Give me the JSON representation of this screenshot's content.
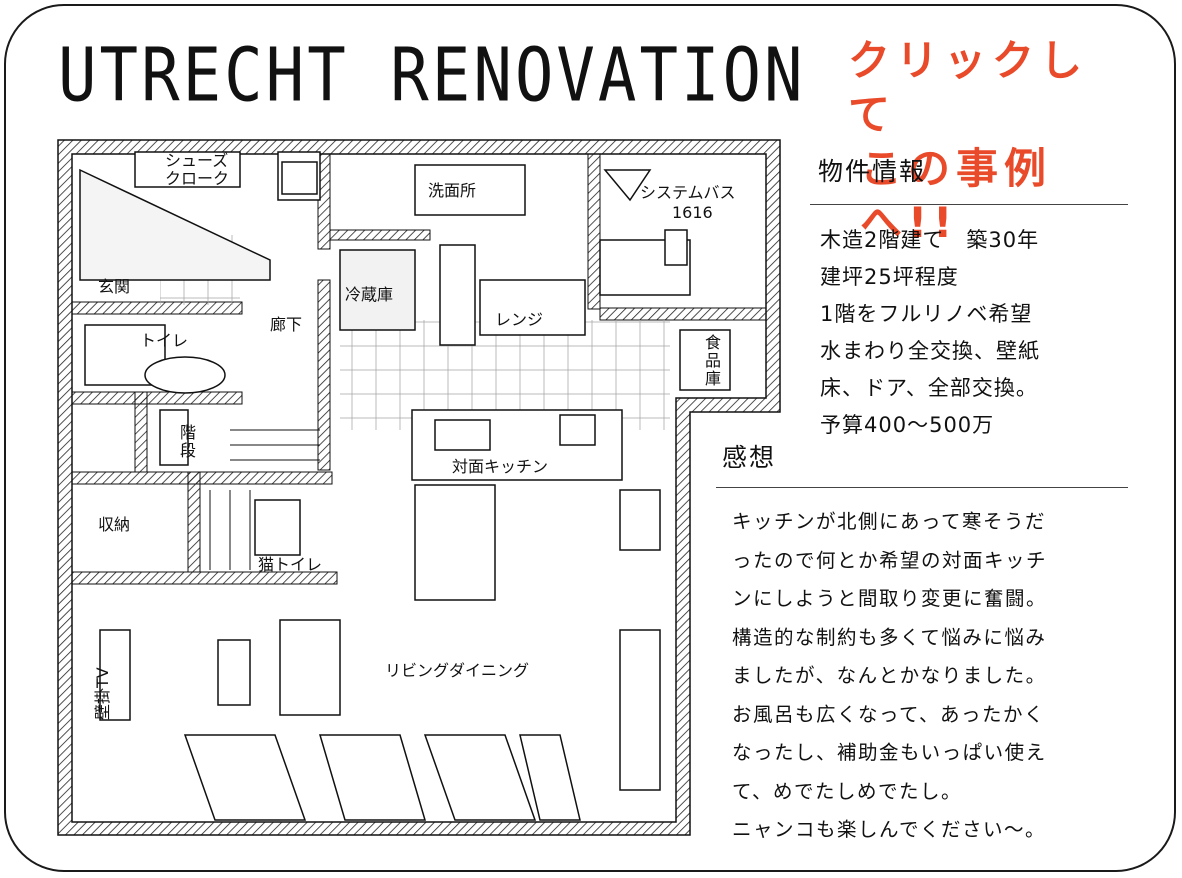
{
  "title": "UTRECHT RENOVATION",
  "cta": {
    "line1": "クリックして",
    "line2": "この事例へ!!"
  },
  "plan": {
    "rooms": {
      "shoes_cloak_1": "シューズ",
      "shoes_cloak_2": "クローク",
      "washroom": "洗面所",
      "bath_1": "システムバス",
      "bath_2": "1616",
      "entrance": "玄関",
      "fridge": "冷蔵庫",
      "range": "レンジ",
      "corridor": "廊下",
      "toilet": "トイレ",
      "pantry_1": "食",
      "pantry_2": "品",
      "pantry_3": "庫",
      "stairs_1": "階",
      "stairs_2": "段",
      "kitchen": "対面キッチン",
      "storage": "収納",
      "cat_toilet": "猫トイレ",
      "wall_tv": "壁掛TV",
      "living": "リビングダイニング"
    }
  },
  "info": {
    "title": "物件情報",
    "items": [
      "木造2階建て　築30年",
      "建坪25坪程度",
      "1階をフルリノベ希望",
      "水まわり全交換、壁紙",
      "床、ドア、全部交換。",
      "予算400〜500万"
    ]
  },
  "impression": {
    "title": "感想",
    "lines": [
      "キッチンが北側にあって寒そうだ",
      "ったので何とか希望の対面キッチ",
      "ンにしようと間取り変更に奮闘。",
      "構造的な制約も多くて悩みに悩み",
      "ましたが、なんとかなりました。",
      "お風呂も広くなって、あったかく",
      "なったし、補助金もいっぱい使え",
      "て、めでたしめでたし。",
      "ニャンコも楽しんでください〜。"
    ]
  },
  "colors": {
    "accent": "#e84a2a",
    "ink": "#111111"
  }
}
